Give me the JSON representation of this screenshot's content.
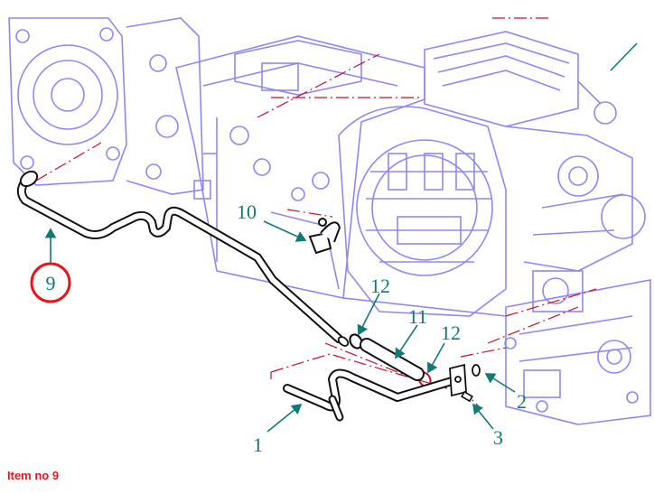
{
  "diagram": {
    "callouts": [
      {
        "id": "1",
        "label": "1"
      },
      {
        "id": "2",
        "label": "2"
      },
      {
        "id": "3",
        "label": "3"
      },
      {
        "id": "9",
        "label": "9",
        "highlighted": true
      },
      {
        "id": "10",
        "label": "10"
      },
      {
        "id": "11",
        "label": "11"
      },
      {
        "id": "12a",
        "label": "12"
      },
      {
        "id": "12b",
        "label": "12"
      }
    ],
    "colors": {
      "background_parts": "#8f88f2",
      "leader": "#127a74",
      "highlight_ring": "#e8141b",
      "centerline": "#c8102e",
      "part": "#111111"
    }
  },
  "caption": {
    "text": "Item no 9",
    "color": "#e8141b"
  }
}
